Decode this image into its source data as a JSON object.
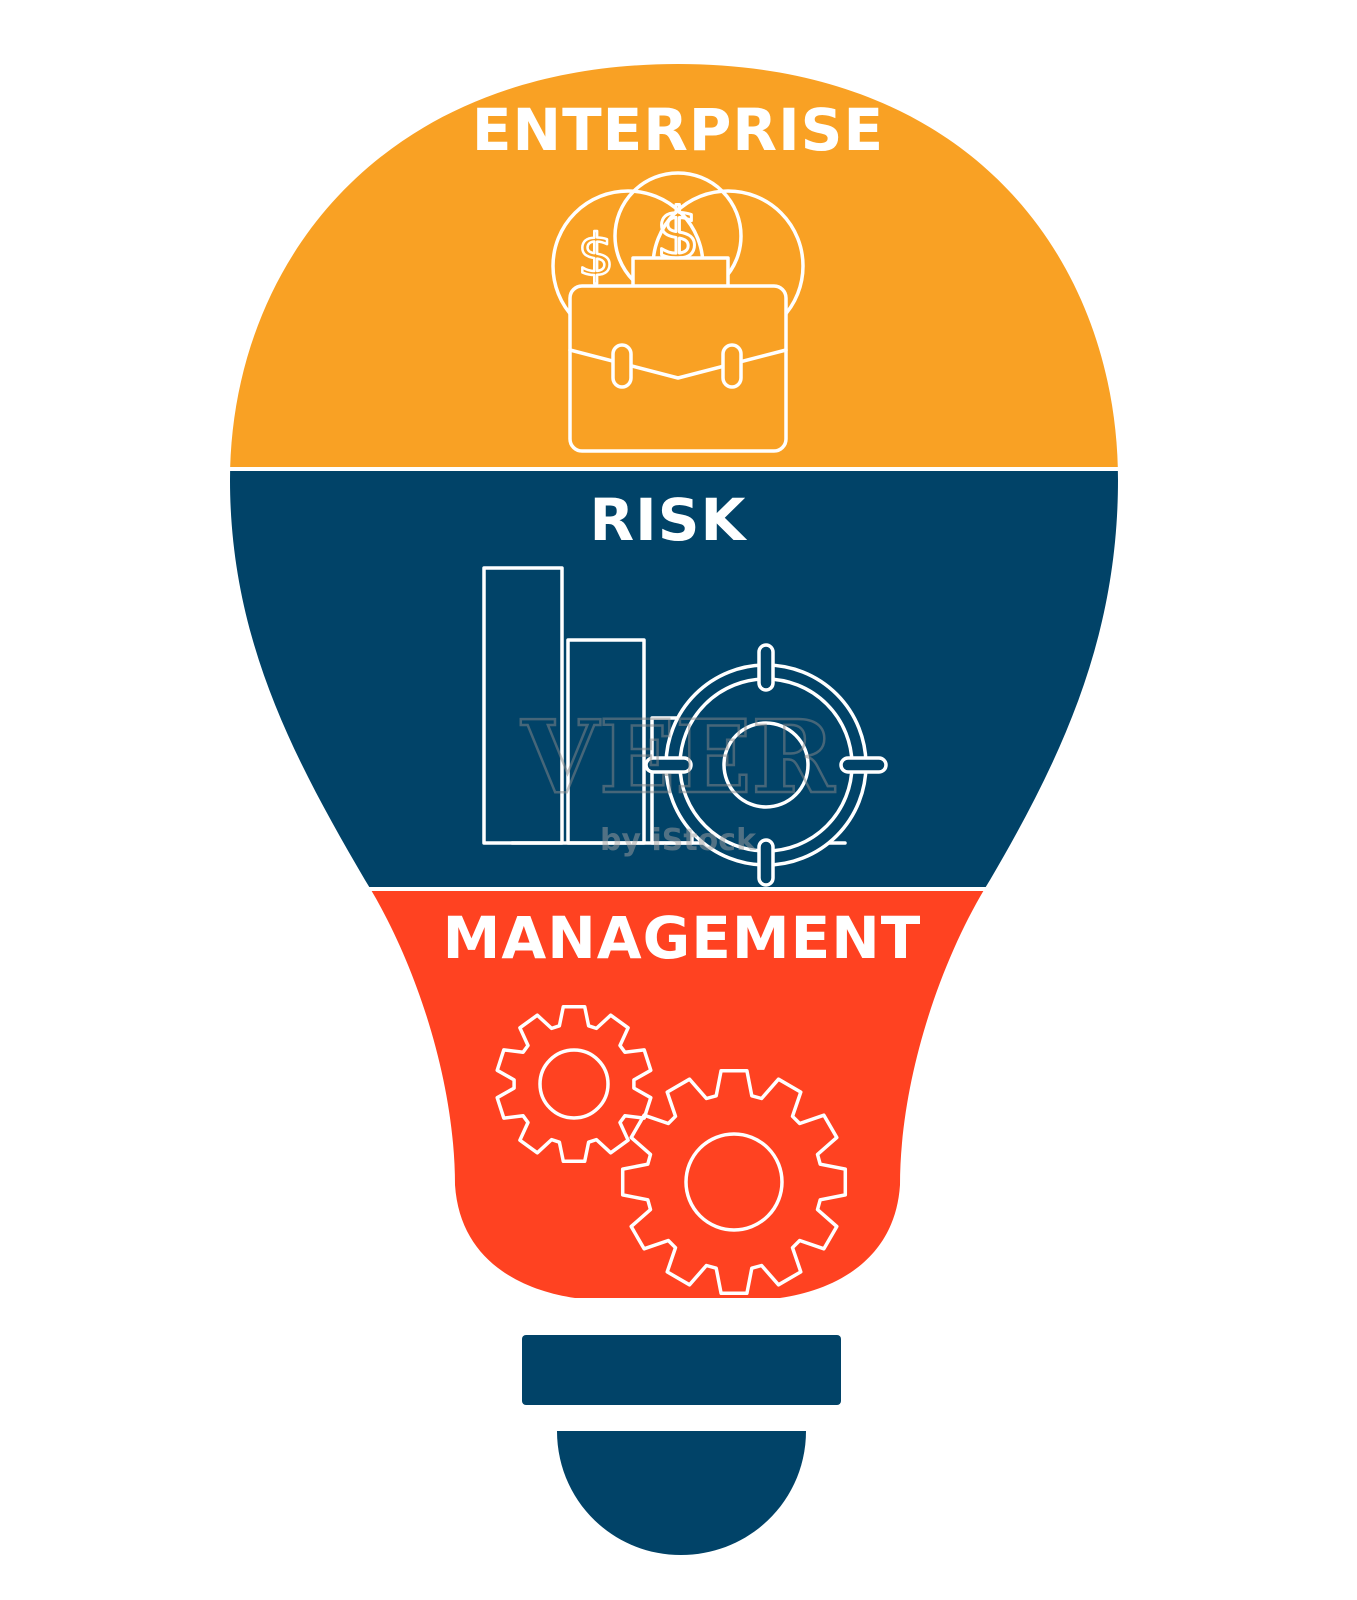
{
  "colors": {
    "orange": "#F9A124",
    "navy": "#014368",
    "red": "#FF4221",
    "white": "#FFFFFF"
  },
  "sections": [
    {
      "label": "ENTERPRISE",
      "icon": "briefcase-money-icon",
      "color": "#F9A124"
    },
    {
      "label": "RISK",
      "icon": "bar-chart-target-icon",
      "color": "#014368"
    },
    {
      "label": "MANAGEMENT",
      "icon": "gears-icon",
      "color": "#FF4221"
    }
  ],
  "watermark": {
    "main": "VEER",
    "sub": "by iStock"
  }
}
